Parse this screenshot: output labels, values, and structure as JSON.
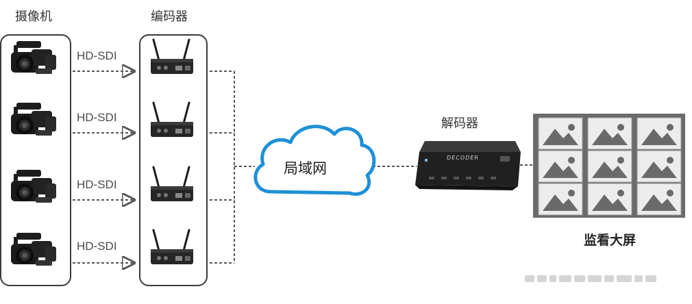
{
  "labels": {
    "cameras": "摄像机",
    "encoders": "编码器",
    "decoder": "解码器",
    "network": "局域网",
    "monitor": "监看大屏"
  },
  "links": [
    {
      "text": "HD-SDI"
    },
    {
      "text": "HD-SDI"
    },
    {
      "text": "HD-SDI"
    },
    {
      "text": "HD-SDI"
    }
  ],
  "device_text": {
    "decoder_brand": "DECODER"
  },
  "icons": {
    "camera": "camcorder-icon",
    "encoder": "encoder-box-icon",
    "cloud": "cloud-icon",
    "decoder": "decoder-box-icon",
    "monitor_tile": "image-placeholder-icon"
  },
  "colors": {
    "cloud_stroke": "#1e90d6",
    "line": "#555555",
    "panel_border": "#3a3a3a",
    "wall_frame": "#6b6b6b",
    "tile_bg": "#ededed"
  }
}
